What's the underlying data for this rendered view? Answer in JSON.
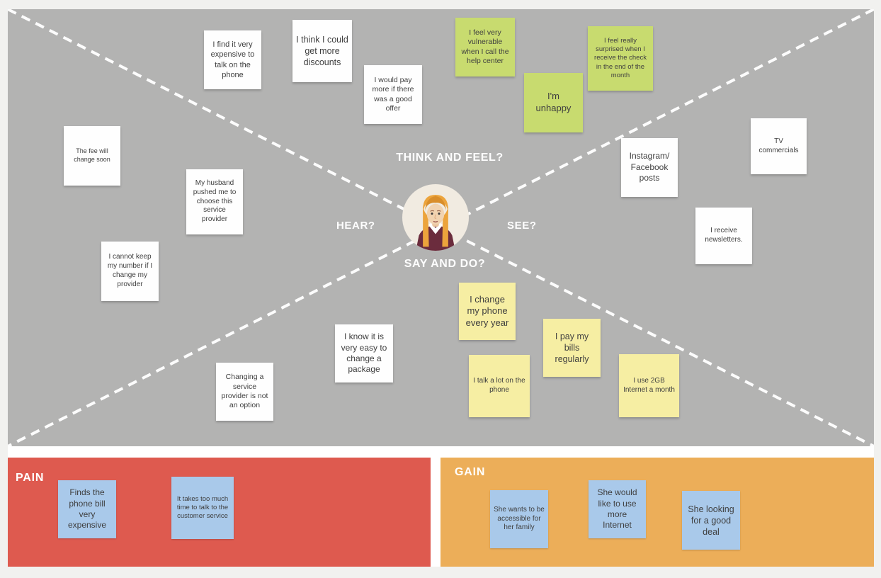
{
  "empathy_map": {
    "avatar_icon": "woman-persona",
    "labels": {
      "think_feel": "THINK AND FEEL?",
      "hear": "HEAR?",
      "see": "SEE?",
      "say_do": "SAY AND DO?"
    },
    "notes": [
      {
        "text": "The fee will change soon",
        "color": "white",
        "quadrant": "hear"
      },
      {
        "text": "I find it very expensive to talk on the phone",
        "color": "white",
        "quadrant": "think_feel"
      },
      {
        "text": "I think I could get more discounts",
        "color": "white",
        "quadrant": "think_feel"
      },
      {
        "text": "I would pay more if there was a good offer",
        "color": "white",
        "quadrant": "think_feel"
      },
      {
        "text": "I feel very vulnerable when I call the help center",
        "color": "green",
        "quadrant": "think_feel"
      },
      {
        "text": "I'm unhappy",
        "color": "green",
        "quadrant": "think_feel"
      },
      {
        "text": "I feel really surprised when I receive the check in the end of the month",
        "color": "green",
        "quadrant": "think_feel"
      },
      {
        "text": "My husband pushed me to choose this service provider",
        "color": "white",
        "quadrant": "hear"
      },
      {
        "text": "I cannot keep my number if I change my provider",
        "color": "white",
        "quadrant": "hear"
      },
      {
        "text": "Instagram/ Facebook posts",
        "color": "white",
        "quadrant": "see"
      },
      {
        "text": "TV commercials",
        "color": "white",
        "quadrant": "see"
      },
      {
        "text": "I receive newsletters.",
        "color": "white",
        "quadrant": "see"
      },
      {
        "text": "I know it is very easy to change a package",
        "color": "white",
        "quadrant": "say_do"
      },
      {
        "text": "Changing a service provider is not an option",
        "color": "white",
        "quadrant": "say_do"
      },
      {
        "text": "I change my phone every year",
        "color": "yellow",
        "quadrant": "say_do"
      },
      {
        "text": "I talk a lot on the phone",
        "color": "yellow",
        "quadrant": "say_do"
      },
      {
        "text": "I pay my bills regularly",
        "color": "yellow",
        "quadrant": "say_do"
      },
      {
        "text": "I use 2GB Internet a month",
        "color": "yellow",
        "quadrant": "say_do"
      }
    ]
  },
  "pain": {
    "title": "PAIN",
    "notes": [
      {
        "text": "Finds the phone bill very expensive",
        "color": "blue"
      },
      {
        "text": "It takes too much time to talk to the customer service",
        "color": "blue"
      }
    ]
  },
  "gain": {
    "title": "GAIN",
    "notes": [
      {
        "text": "She wants to be accessible for her family",
        "color": "blue"
      },
      {
        "text": "She would like to use more Internet",
        "color": "blue"
      },
      {
        "text": "She looking for a good deal",
        "color": "blue"
      }
    ]
  },
  "colors": {
    "map_background": "#b3b3b2",
    "pain_background": "#de5a4f",
    "gain_background": "#ecae59",
    "note_white": "#fefefe",
    "note_green": "#c8db6f",
    "note_yellow": "#f6eea3",
    "note_blue": "#a9c9ea",
    "dashed_line": "#fcfcfc"
  }
}
